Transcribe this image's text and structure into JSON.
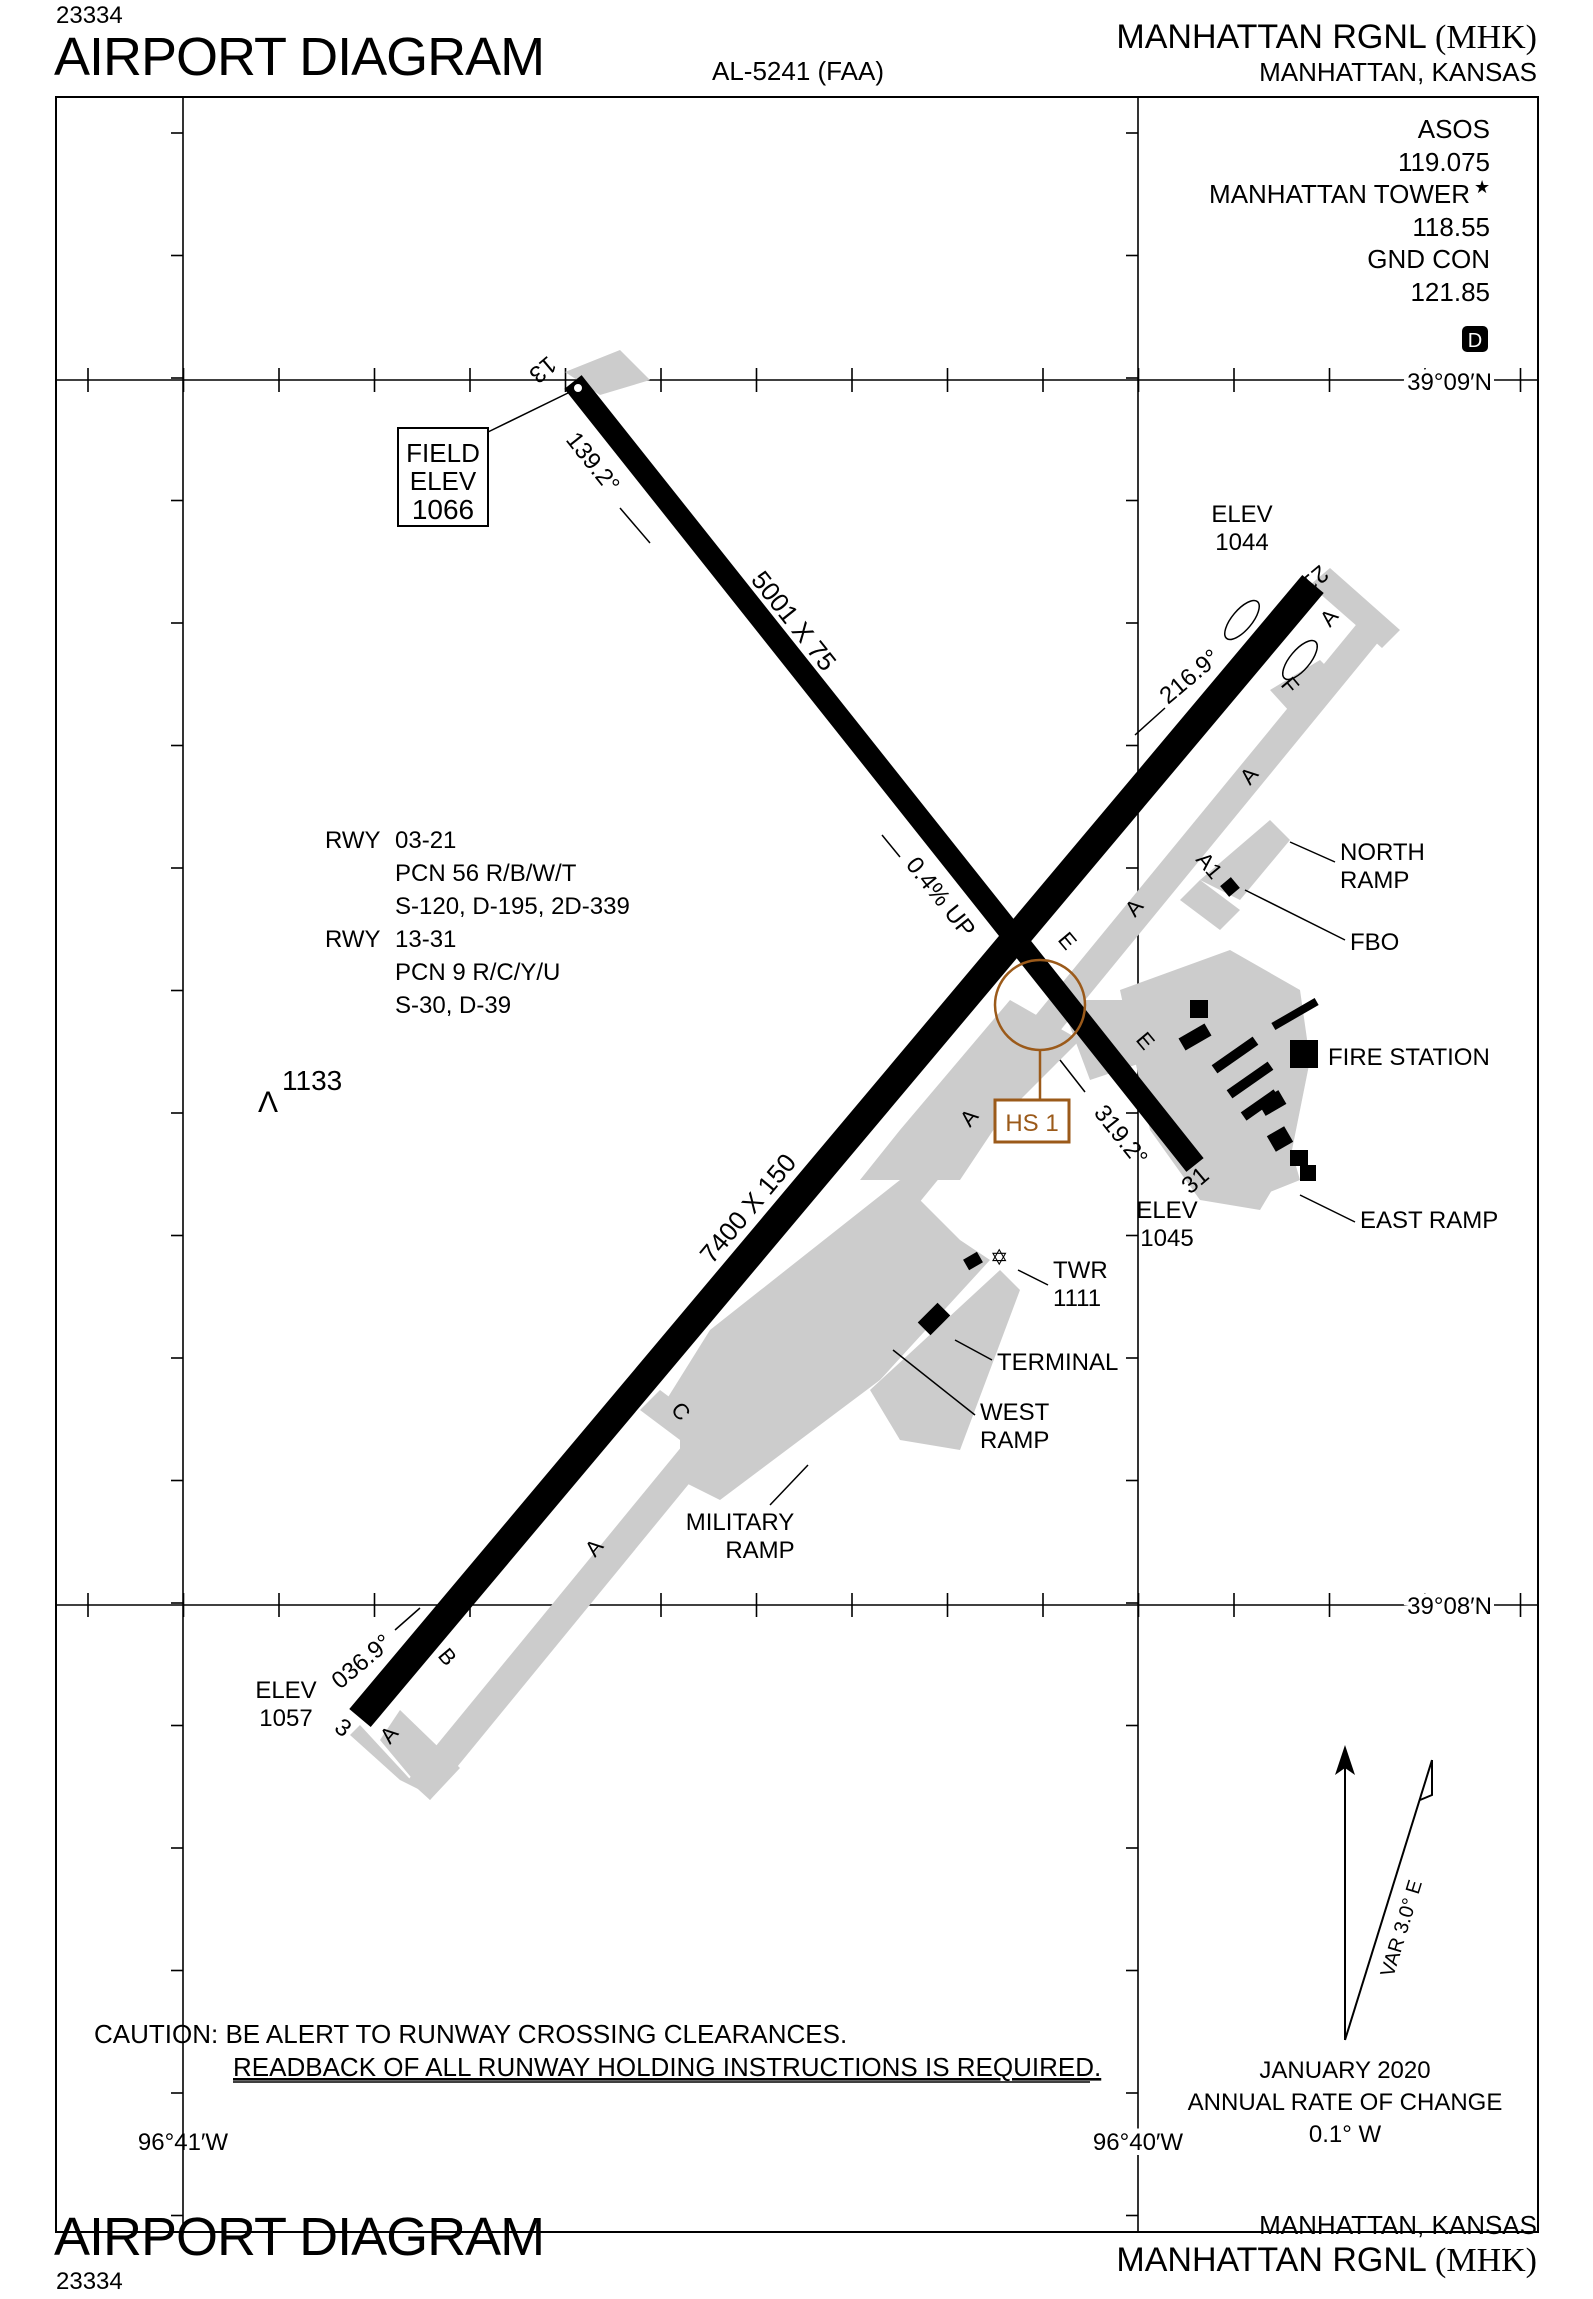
{
  "header": {
    "volume_number": "23334",
    "title": "AIRPORT DIAGRAM",
    "document_id": "AL-5241 (FAA)",
    "airport_name": "MANHATTAN RGNL",
    "airport_id": "(MHK)",
    "city_state": "MANHATTAN, KANSAS"
  },
  "footer": {
    "title": "AIRPORT DIAGRAM",
    "volume_number": "23334",
    "city_state": "MANHATTAN, KANSAS",
    "airport_name": "MANHATTAN RGNL",
    "airport_id": "(MHK)"
  },
  "frequencies": [
    {
      "name": "ASOS",
      "freq": "119.075"
    },
    {
      "name": "MANHATTAN TOWER",
      "freq": "118.55",
      "symbol": "star-icon"
    },
    {
      "name": "GND CON",
      "freq": "121.85"
    }
  ],
  "dvd_badge": "D",
  "latitude_labels": [
    "39°09′N",
    "39°08′N"
  ],
  "longitude_labels": [
    "96°41′W",
    "96°40′W"
  ],
  "field_elev": {
    "line1": "FIELD",
    "line2": "ELEV",
    "value": "1066"
  },
  "runways": [
    {
      "id": "03-21",
      "dimensions": "7400 X 150",
      "ends": [
        {
          "number": "3",
          "heading": "036.9°",
          "elev_label": "ELEV",
          "elev": "1057"
        },
        {
          "number": "21",
          "heading": "216.9°",
          "elev_label": "ELEV",
          "elev": "1044"
        }
      ]
    },
    {
      "id": "13-31",
      "dimensions": "5001 X 75",
      "slope": "0.4% UP",
      "ends": [
        {
          "number": "13",
          "heading": "139.2°"
        },
        {
          "number": "31",
          "heading": "319.2°",
          "elev_label": "ELEV",
          "elev": "1045"
        }
      ]
    }
  ],
  "runway_info": [
    {
      "rwy_label": "RWY",
      "rwy": "03-21",
      "pcn": "PCN 56 R/B/W/T",
      "weights": "S-120, D-195, 2D-339"
    },
    {
      "rwy_label": "RWY",
      "rwy": "13-31",
      "pcn": "PCN 9 R/C/Y/U",
      "weights": "S-30, D-39"
    }
  ],
  "obstacle": {
    "symbol": "Λ",
    "elev": "1133"
  },
  "hotspot": {
    "label": "HS 1",
    "color": "#9b5a1a"
  },
  "taxiways": {
    "A": "A",
    "A1": "A1",
    "B": "B",
    "C": "C",
    "E": "E",
    "F": "F"
  },
  "facilities": {
    "north_ramp": [
      "NORTH",
      "RAMP"
    ],
    "fbo": "FBO",
    "fire_station": "FIRE STATION",
    "east_ramp": "EAST RAMP",
    "twr": [
      "TWR",
      "1111"
    ],
    "terminal": "TERMINAL",
    "west_ramp": [
      "WEST",
      "RAMP"
    ],
    "military_ramp": [
      "MILITARY",
      "RAMP"
    ]
  },
  "caution": {
    "line1": "CAUTION: BE ALERT TO RUNWAY CROSSING CLEARANCES.",
    "line2": "READBACK OF ALL RUNWAY HOLDING INSTRUCTIONS IS REQUIRED."
  },
  "magvar": {
    "var": "VAR 3.0° E",
    "date": "JANUARY 2020",
    "rate_label": "ANNUAL RATE OF CHANGE",
    "rate": "0.1° W"
  },
  "colors": {
    "pavement": "#cccccc",
    "runway": "#000000",
    "hotspot": "#9b5a1a",
    "line": "#000000"
  }
}
